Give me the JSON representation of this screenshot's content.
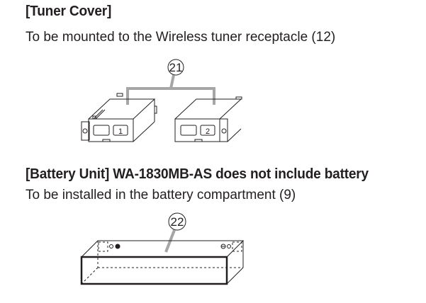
{
  "sections": [
    {
      "heading": "[Tuner Cover]",
      "description": "To be mounted to the Wireless tuner receptacle (12)",
      "callout": "21",
      "unit_labels": [
        "1",
        "2"
      ]
    },
    {
      "heading": "[Battery Unit] WA-1830MB-AS does not include battery",
      "description": "To be installed in the battery compartment (9)",
      "callout": "22"
    }
  ],
  "colors": {
    "text": "#231f20",
    "leader": "#a6a6a6",
    "line": "#231f20"
  }
}
